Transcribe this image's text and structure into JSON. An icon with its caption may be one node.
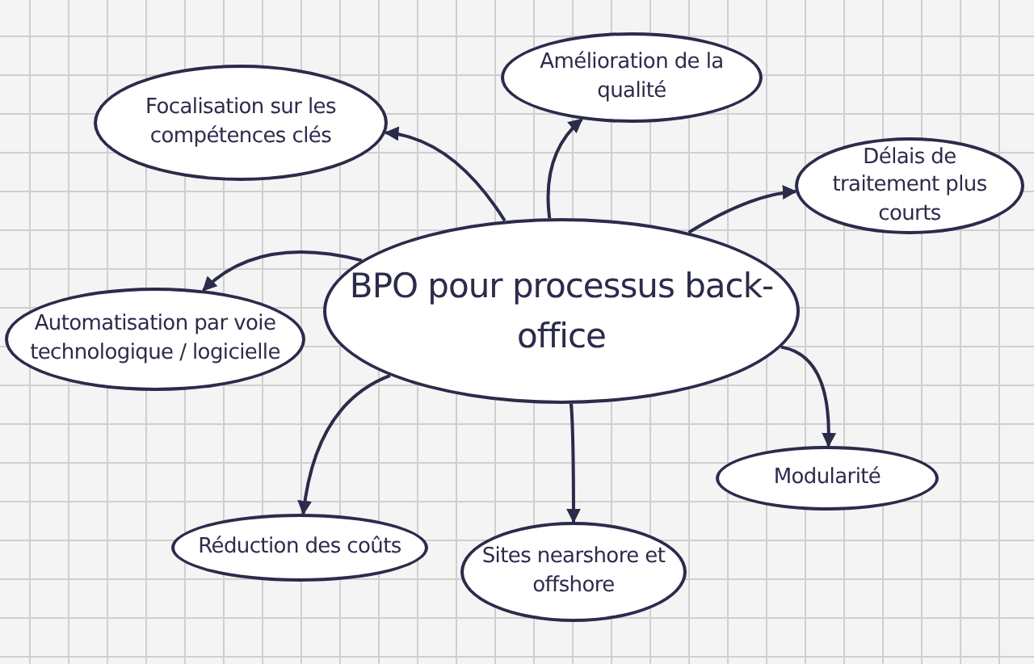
{
  "diagram": {
    "nodes": [
      {
        "text": [
          "BPO pour processus back-office"
        ]
      },
      {
        "text": [
          "Focalisation sur les compétences clés"
        ]
      },
      {
        "text": [
          "Amélioration de la qualité"
        ]
      },
      {
        "text": [
          "Délais de traitement plus courts"
        ]
      },
      {
        "text": [
          "Automatisation par voie technologique / logicielle"
        ]
      },
      {
        "text": [
          "Modularité"
        ]
      },
      {
        "text": [
          "Réduction des coûts"
        ]
      },
      {
        "text": [
          "Sites nearshore et offshore"
        ]
      }
    ],
    "edges": [
      {
        "from": 0,
        "to": 1,
        "arrow": "to"
      },
      {
        "from": 0,
        "to": 2,
        "arrow": "to"
      },
      {
        "from": 0,
        "to": 3,
        "arrow": "to"
      },
      {
        "from": 0,
        "to": 4,
        "arrow": "to"
      },
      {
        "from": 0,
        "to": 5,
        "arrow": "to"
      },
      {
        "from": 0,
        "to": 6,
        "arrow": "to"
      },
      {
        "from": 0,
        "to": 7,
        "arrow": "to"
      }
    ]
  }
}
